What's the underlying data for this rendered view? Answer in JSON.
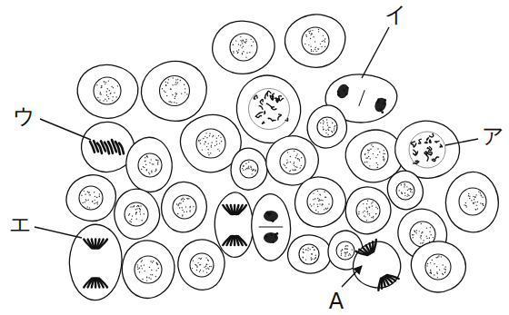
{
  "diagram": {
    "labels": [
      "イ",
      "ウ",
      "ア",
      "エ",
      "A"
    ]
  }
}
